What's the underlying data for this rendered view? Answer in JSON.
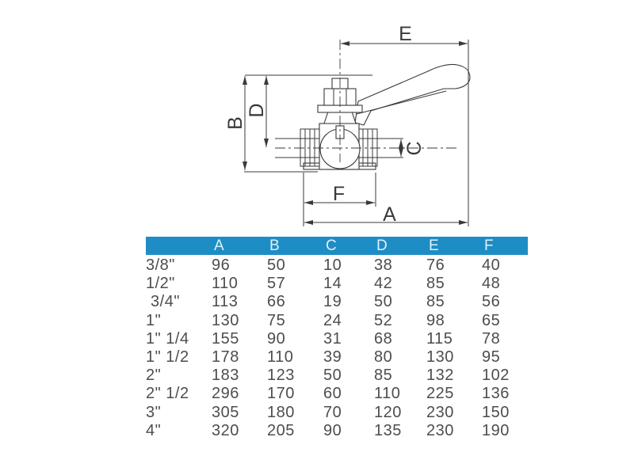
{
  "diagram": {
    "title": "ball-valve-cross-section-with-dimensions",
    "labels": {
      "A": "A",
      "B": "B",
      "C": "C",
      "D": "D",
      "E": "E",
      "F": "F"
    }
  },
  "table": {
    "columns": [
      "A",
      "B",
      "C",
      "D",
      "E",
      "F"
    ],
    "rows": [
      {
        "size": "3/8\"",
        "values": [
          "96",
          "50",
          "10",
          "38",
          "76",
          "40"
        ]
      },
      {
        "size": "1/2\"",
        "values": [
          "110",
          "57",
          "14",
          "42",
          "85",
          "48"
        ]
      },
      {
        "size": " 3/4\"",
        "values": [
          "113",
          "66",
          "19",
          "50",
          "85",
          "56"
        ]
      },
      {
        "size": "1\"",
        "values": [
          "130",
          "75",
          "24",
          "52",
          "98",
          "65"
        ]
      },
      {
        "size": "1\" 1/4",
        "values": [
          "155",
          "90",
          "31",
          "68",
          "115",
          "78"
        ]
      },
      {
        "size": "1\" 1/2",
        "values": [
          "178",
          "110",
          "39",
          "80",
          "130",
          "95"
        ]
      },
      {
        "size": "2\"",
        "values": [
          "183",
          "123",
          "50",
          "85",
          "132",
          "102"
        ]
      },
      {
        "size": "2\" 1/2",
        "values": [
          "296",
          "170",
          "60",
          "110",
          "225",
          "136"
        ]
      },
      {
        "size": "3\"",
        "values": [
          "305",
          "180",
          "70",
          "120",
          "230",
          "150"
        ]
      },
      {
        "size": "4\"",
        "values": [
          "320",
          "205",
          "90",
          "135",
          "230",
          "190"
        ]
      }
    ]
  },
  "colors": {
    "header_bg": "#1e8dc5",
    "header_text": "#dff2fa",
    "line": "#3a3a3a",
    "text": "#4d4d4d"
  }
}
